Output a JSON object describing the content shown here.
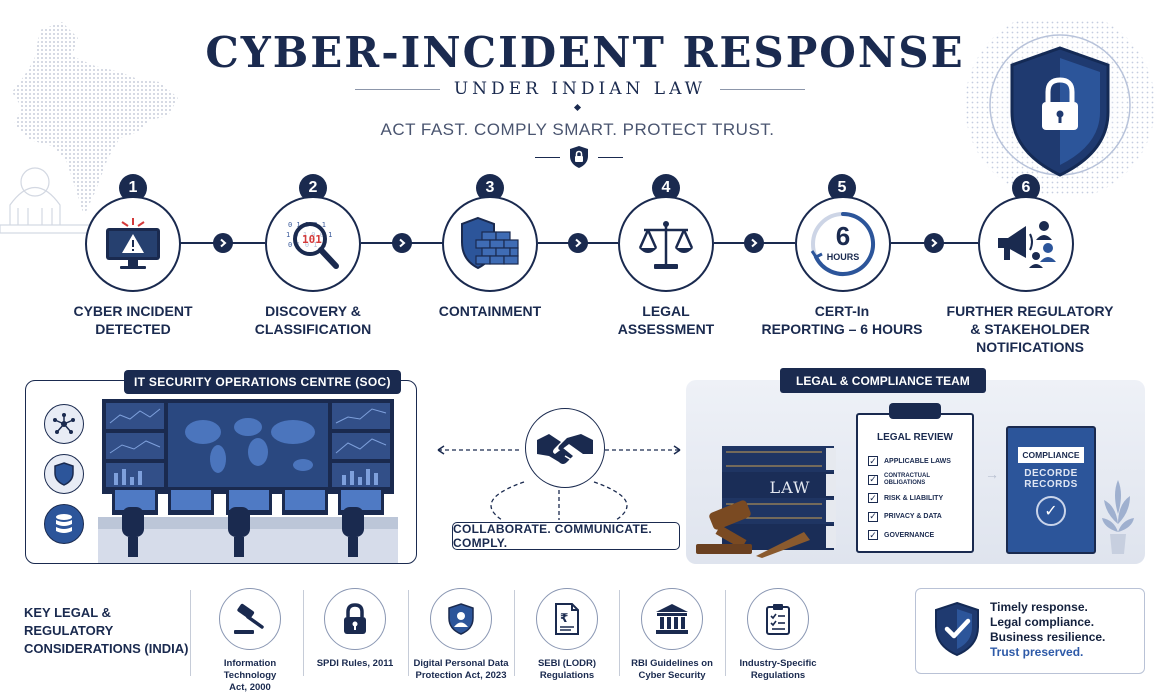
{
  "header": {
    "title": "CYBER-INCIDENT RESPONSE",
    "subtitle": "UNDER INDIAN LAW",
    "tagline": "ACT FAST. COMPLY SMART. PROTECT TRUST."
  },
  "steps": [
    {
      "num": "1",
      "label_l1": "CYBER INCIDENT",
      "label_l2": "DETECTED",
      "icon": "monitor-warning-icon"
    },
    {
      "num": "2",
      "label_l1": "DISCOVERY &",
      "label_l2": "CLASSIFICATION",
      "icon": "magnifier-icon"
    },
    {
      "num": "3",
      "label_l1": "CONTAINMENT",
      "label_l2": "",
      "icon": "firewall-shield-icon"
    },
    {
      "num": "4",
      "label_l1": "LEGAL",
      "label_l2": "ASSESSMENT",
      "icon": "scales-icon"
    },
    {
      "num": "5",
      "label_l1": "CERT-In",
      "label_l2": "REPORTING – 6 HOURS",
      "icon": "timer-icon",
      "timer_value": "6",
      "timer_unit": "HOURS"
    },
    {
      "num": "6",
      "label_l1": "FURTHER REGULATORY",
      "label_l2": "& STAKEHOLDER",
      "label_l3": "NOTIFICATIONS",
      "icon": "megaphone-icon"
    }
  ],
  "soc": {
    "title": "IT SECURITY OPERATIONS CENTRE (SOC)"
  },
  "collab": {
    "text": "COLLABORATE. COMMUNICATE. COMPLY."
  },
  "legal": {
    "title": "LEGAL & COMPLIANCE TEAM",
    "book_label": "LAW",
    "review_title": "LEGAL REVIEW",
    "review_items": [
      "APPLICABLE LAWS",
      "CONTRACTUAL OBLIGATIONS",
      "RISK & LIABILITY",
      "PRIVACY & DATA",
      "GOVERNANCE"
    ],
    "binder_title": "COMPLIANCE",
    "binder_sub_l1": "DECORDE",
    "binder_sub_l2": "RECORDS"
  },
  "considerations": {
    "title_l1": "KEY LEGAL & REGULATORY",
    "title_l2": "CONSIDERATIONS (INDIA)",
    "items": [
      {
        "l1": "Information Technology",
        "l2": "Act, 2000",
        "icon": "gavel-icon"
      },
      {
        "l1": "SPDI Rules, 2011",
        "l2": "",
        "icon": "padlock-icon"
      },
      {
        "l1": "Digital Personal Data",
        "l2": "Protection Act, 2023",
        "icon": "user-shield-icon"
      },
      {
        "l1": "SEBI (LODR)",
        "l2": "Regulations",
        "icon": "rupee-document-icon"
      },
      {
        "l1": "RBI Guidelines on",
        "l2": "Cyber Security",
        "icon": "bank-icon"
      },
      {
        "l1": "Industry-Specific",
        "l2": "Regulations",
        "icon": "clipboard-icon"
      }
    ]
  },
  "summary": {
    "lines": [
      "Timely response.",
      "Legal compliance.",
      "Business resilience.",
      "Trust preserved."
    ]
  },
  "colors": {
    "navy": "#1a2a4f",
    "accent": "#2e5aa8",
    "soft": "#e8ecf5"
  }
}
